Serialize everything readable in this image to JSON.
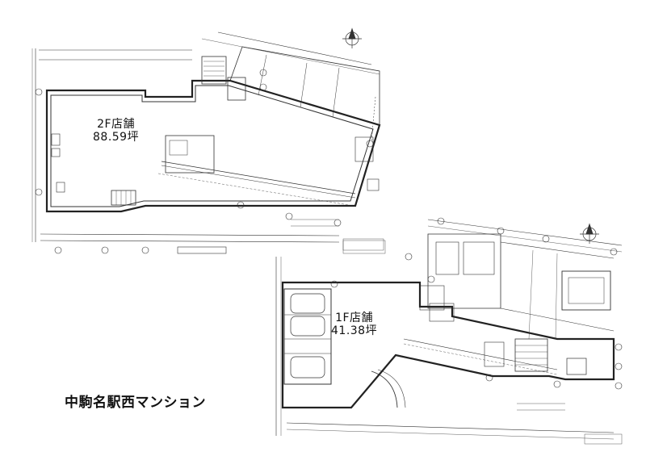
{
  "floor_2": {
    "title": "2F店舗",
    "area": "88.59坪"
  },
  "floor_1": {
    "title": "1F店舗",
    "area": "41.38坪"
  },
  "building_name": "中駒名駅西マンション",
  "colors": {
    "ink": "#222222",
    "background": "#ffffff"
  }
}
